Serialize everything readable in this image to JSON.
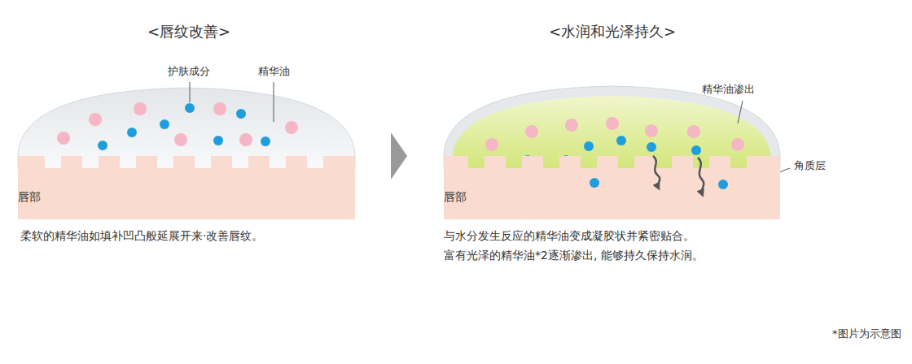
{
  "diagram": {
    "nodes": [
      {
        "text": [
          "唇部"
        ]
      },
      {
        "text": [
          "唇部"
        ]
      }
    ],
    "labels": [
      "<唇纹改善>",
      "<水润和光泽持久>",
      "护肤成分",
      "精华油",
      "柔软的精华油如填补凹凸般延展开来·改善唇纹。",
      "精华油渗出",
      "角质层",
      "与水分发生反应的精华油变成凝胶状并紧密贴合。",
      "富有光泽的精华油*2逐渐渗出, 能够持久保持水润。",
      "*图片为示意图"
    ]
  }
}
